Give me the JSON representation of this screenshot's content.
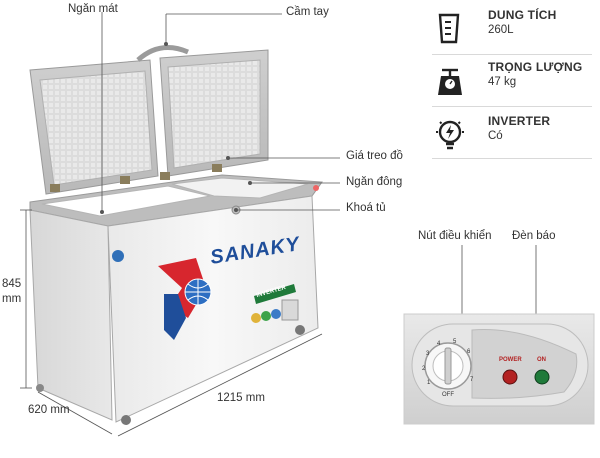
{
  "callouts": {
    "ngan_mat": "Ngăn mát",
    "cam_tay": "Cầm tay",
    "gia_treo": "Giá treo đồ",
    "ngan_dong": "Ngăn đông",
    "khoa_tu": "Khoá tủ",
    "nut_dieu_khien": "Nút điều khiển",
    "den_bao": "Đèn báo"
  },
  "dimensions": {
    "height": "845",
    "height_unit": "mm",
    "depth": "620 mm",
    "width": "1215 mm"
  },
  "specs": [
    {
      "icon": "capacity-cup-icon",
      "title": "DUNG TÍCH",
      "value": "260L"
    },
    {
      "icon": "weight-scale-icon",
      "title": "TRỌNG LƯỢNG",
      "value": "47 kg"
    },
    {
      "icon": "inverter-bulb-icon",
      "title": "INVERTER",
      "value": "Có"
    }
  ],
  "product": {
    "brand": "SANAKY",
    "inverter_badge": "INVERTER"
  },
  "control_panel": {
    "power_label": "POWER",
    "on_label": "ON",
    "off_label": "OFF",
    "dial_numbers": [
      "1",
      "2",
      "3",
      "4",
      "5",
      "6",
      "7"
    ]
  },
  "colors": {
    "brand_red": "#d7262e",
    "brand_blue": "#1f4e9a",
    "lid_gray": "#c8c8c8",
    "body_white": "#f4f4f4"
  }
}
